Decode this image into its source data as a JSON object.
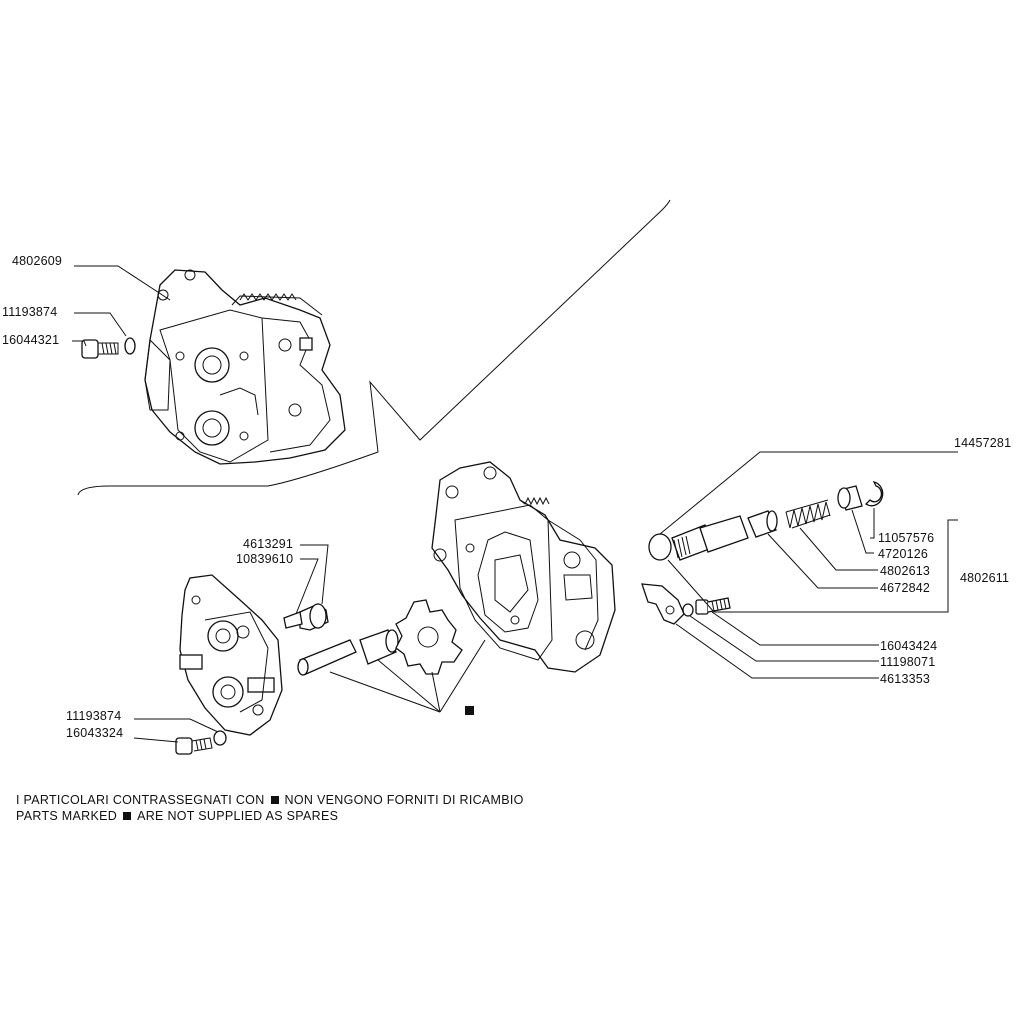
{
  "labels": {
    "p4802609": "4802609",
    "p11193874_top": "11193874",
    "p16044321": "16044321",
    "p14457281": "14457281",
    "p11057576": "11057576",
    "p4720126": "4720126",
    "p4802613": "4802613",
    "p4672842": "4672842",
    "p4802611": "4802611",
    "p4613291": "4613291",
    "p10839610": "10839610",
    "p16043424": "16043424",
    "p11198071": "11198071",
    "p4613353": "4613353",
    "p11193874_bottom": "11193874",
    "p16043324": "16043324"
  },
  "notes": {
    "italian": {
      "before": "I PARTICOLARI CONTRASSEGNATI CON",
      "after": "NON VENGONO FORNITI DI RICAMBIO"
    },
    "english": {
      "before": "PARTS MARKED",
      "after": "ARE NOT SUPPLIED  AS SPARES"
    }
  },
  "legend_marker": "filled-square"
}
